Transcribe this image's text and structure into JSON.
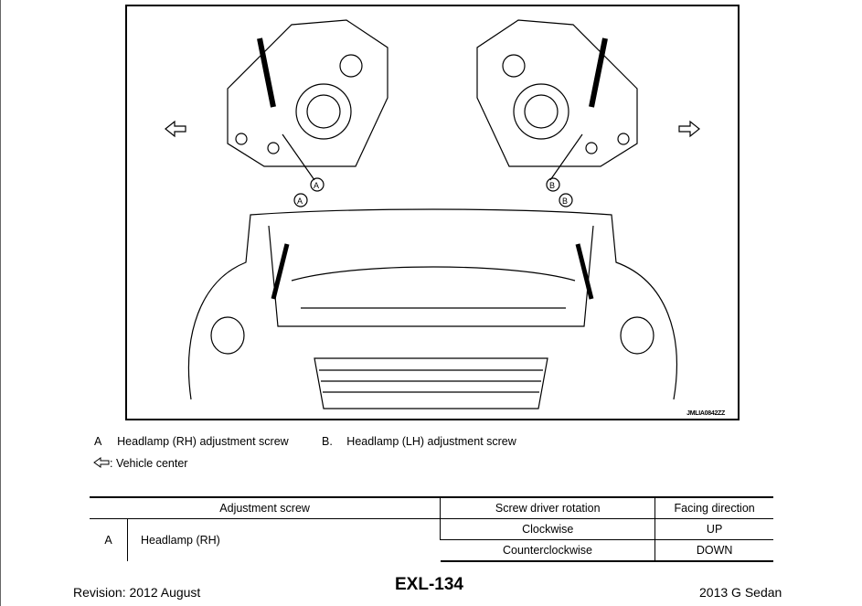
{
  "figure": {
    "code": "JMLIA0842ZZ",
    "callouts": [
      "A",
      "B"
    ]
  },
  "legend": {
    "a_key": "A",
    "a_text": "Headlamp (RH) adjustment screw",
    "b_key": "B.",
    "b_text": "Headlamp (LH) adjustment screw",
    "arrow_text": ": Vehicle center"
  },
  "table": {
    "headers": [
      "Adjustment screw",
      "Screw driver rotation",
      "Facing direction"
    ],
    "rows": [
      {
        "key": "A",
        "name": "Headlamp (RH)",
        "rotation": "Clockwise",
        "direction": "UP"
      },
      {
        "rotation": "Counterclockwise",
        "direction": "DOWN"
      }
    ]
  },
  "footer": {
    "revision": "Revision: 2012 August",
    "page": "EXL-134",
    "model": "2013 G Sedan"
  }
}
